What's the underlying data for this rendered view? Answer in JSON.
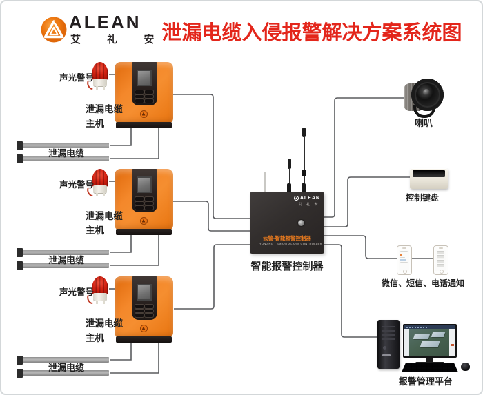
{
  "header": {
    "brand": "ALEAN",
    "brand_cn": "艾 礼 安",
    "title": "泄漏电缆入侵报警解决方案系统图"
  },
  "hosts": [
    {
      "beacon_label": "声光警号",
      "name_line1": "泄漏电缆",
      "name_line2": "主机",
      "cable_label": "泄漏电缆"
    },
    {
      "beacon_label": "声光警号",
      "name_line1": "泄漏电缆",
      "name_line2": "主机",
      "cable_label": "泄漏电缆"
    },
    {
      "beacon_label": "声光警号",
      "name_line1": "泄漏电缆",
      "name_line2": "主机",
      "cable_label": "泄漏电缆"
    }
  ],
  "controller": {
    "label": "智能报警控制器",
    "brand": "ALEAN",
    "brand_cn": "艾 礼 安",
    "panel_cn": "云警·智能报警控制器",
    "panel_en": "YUNJING · SMART ALARM CONTROLLER"
  },
  "peripherals": {
    "speaker_label": "喇叭",
    "keypad_label": "控制键盘",
    "phones_label": "微信、短信、电话通知",
    "computer_label": "报警管理平台"
  },
  "colors": {
    "accent_orange": "#f0801f",
    "title_red": "#e3261b",
    "beacon_red": "#c81d12",
    "line_gray": "#5a5b5f",
    "cable_gray": "#a8a8a8"
  }
}
